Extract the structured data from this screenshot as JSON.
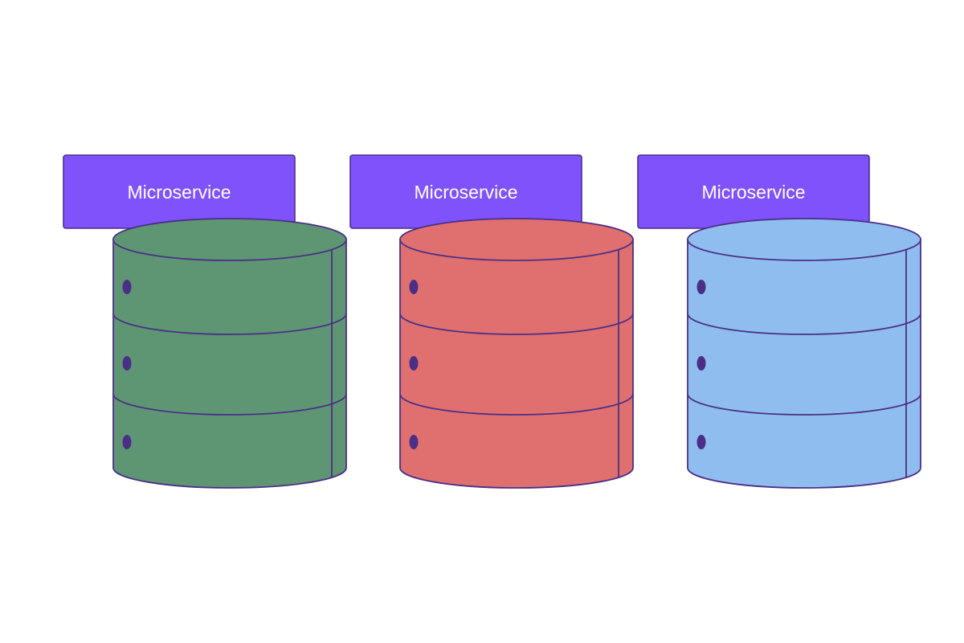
{
  "colors": {
    "background": "#ffffff",
    "service_box": "#7f52fc",
    "outline": "#4b2f86",
    "indicator_dot": "#4b2f86",
    "label_text": "#ffffff"
  },
  "services": [
    {
      "label": "Microservice",
      "db_color": "#5e9674"
    },
    {
      "label": "Microservice",
      "db_color": "#e07070"
    },
    {
      "label": "Microservice",
      "db_color": "#8fbdef"
    }
  ]
}
